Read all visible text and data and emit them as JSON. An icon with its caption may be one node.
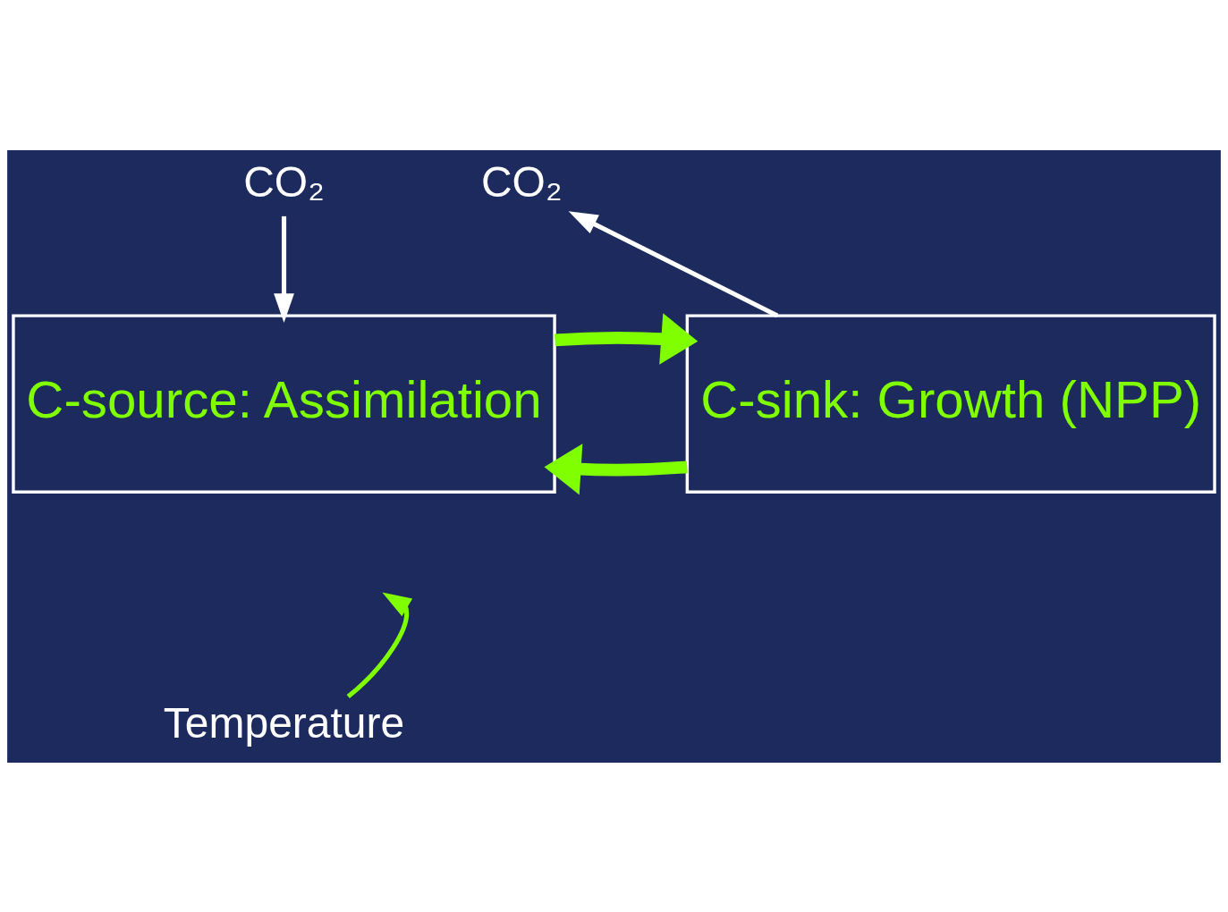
{
  "diagram": {
    "nodes": [
      {
        "text": [
          "CO₂"
        ]
      },
      {
        "text": [
          "C-source: Assimilation"
        ]
      },
      {
        "text": [
          "C-sink: Growth (NPP)"
        ]
      },
      {
        "text": [
          "CO₂"
        ]
      },
      {
        "text": [
          "Temperature"
        ]
      }
    ],
    "edges": [
      {
        "from": 0,
        "to": 1,
        "arrow": "to",
        "color": "#ffffff"
      },
      {
        "from": 2,
        "to": 1,
        "arrow": "to",
        "style": "thick"
      },
      {
        "from": 1,
        "to": 2,
        "arrow": "to",
        "style": "thick"
      },
      {
        "from": 2,
        "to": 3,
        "arrow": "to",
        "color": "#ffffff"
      },
      {
        "from": 4,
        "to": null,
        "arrow": "to"
      }
    ]
  }
}
